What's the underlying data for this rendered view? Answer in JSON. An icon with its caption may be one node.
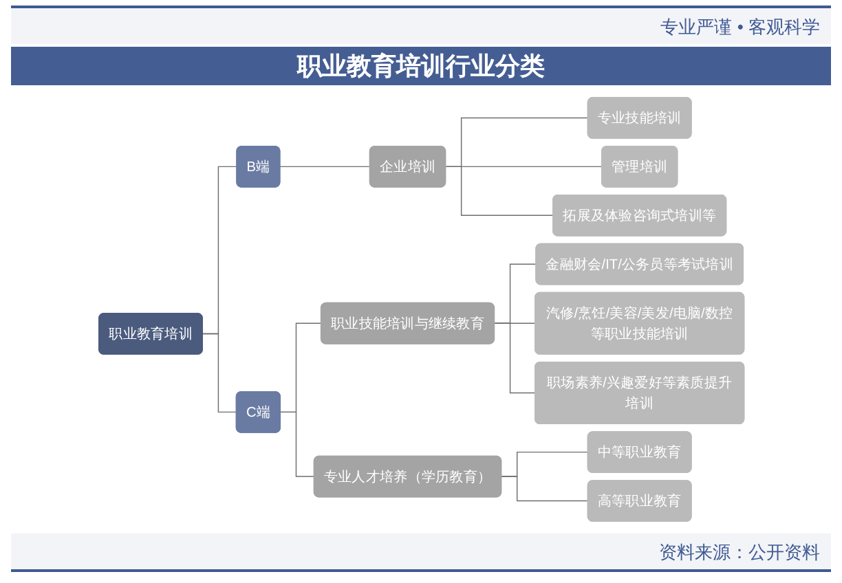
{
  "diagram": {
    "title": "职业教育培训行业分类",
    "nodes": [
      {
        "text": [
          "职业教育培训"
        ]
      },
      {
        "text": [
          "B端"
        ]
      },
      {
        "text": [
          "企业培训"
        ]
      },
      {
        "text": [
          "专业技能培训"
        ]
      },
      {
        "text": [
          "管理培训"
        ]
      },
      {
        "text": [
          "拓展及体验咨询式培训等"
        ]
      },
      {
        "text": [
          "C端"
        ]
      },
      {
        "text": [
          "职业技能培训与继续教育"
        ]
      },
      {
        "text": [
          "金融财会/IT/公务员等考试培训"
        ]
      },
      {
        "text": [
          "汽修/烹饪/美容/美发/电脑/数控等职业技能培训"
        ]
      },
      {
        "text": [
          "职场素养/兴趣爱好等素质提升培训"
        ]
      },
      {
        "text": [
          "专业人才培养（学历教育）"
        ]
      },
      {
        "text": [
          "中等职业教育"
        ]
      },
      {
        "text": [
          "高等职业教育"
        ]
      }
    ],
    "edges": [
      {
        "from": 0,
        "to": 1,
        "arrow": "none"
      },
      {
        "from": 0,
        "to": 6,
        "arrow": "none"
      },
      {
        "from": 1,
        "to": 2,
        "arrow": "none"
      },
      {
        "from": 2,
        "to": 3,
        "arrow": "none"
      },
      {
        "from": 2,
        "to": 4,
        "arrow": "none"
      },
      {
        "from": 2,
        "to": 5,
        "arrow": "none"
      },
      {
        "from": 6,
        "to": 7,
        "arrow": "none"
      },
      {
        "from": 6,
        "to": 11,
        "arrow": "none"
      },
      {
        "from": 7,
        "to": 8,
        "arrow": "none"
      },
      {
        "from": 7,
        "to": 9,
        "arrow": "none"
      },
      {
        "from": 7,
        "to": 10,
        "arrow": "none"
      },
      {
        "from": 11,
        "to": 12,
        "arrow": "none"
      },
      {
        "from": 11,
        "to": 13,
        "arrow": "none"
      }
    ],
    "labels": [
      "专业严谨 • 客观科学"
    ],
    "caption": "资料来源：公开资料"
  }
}
